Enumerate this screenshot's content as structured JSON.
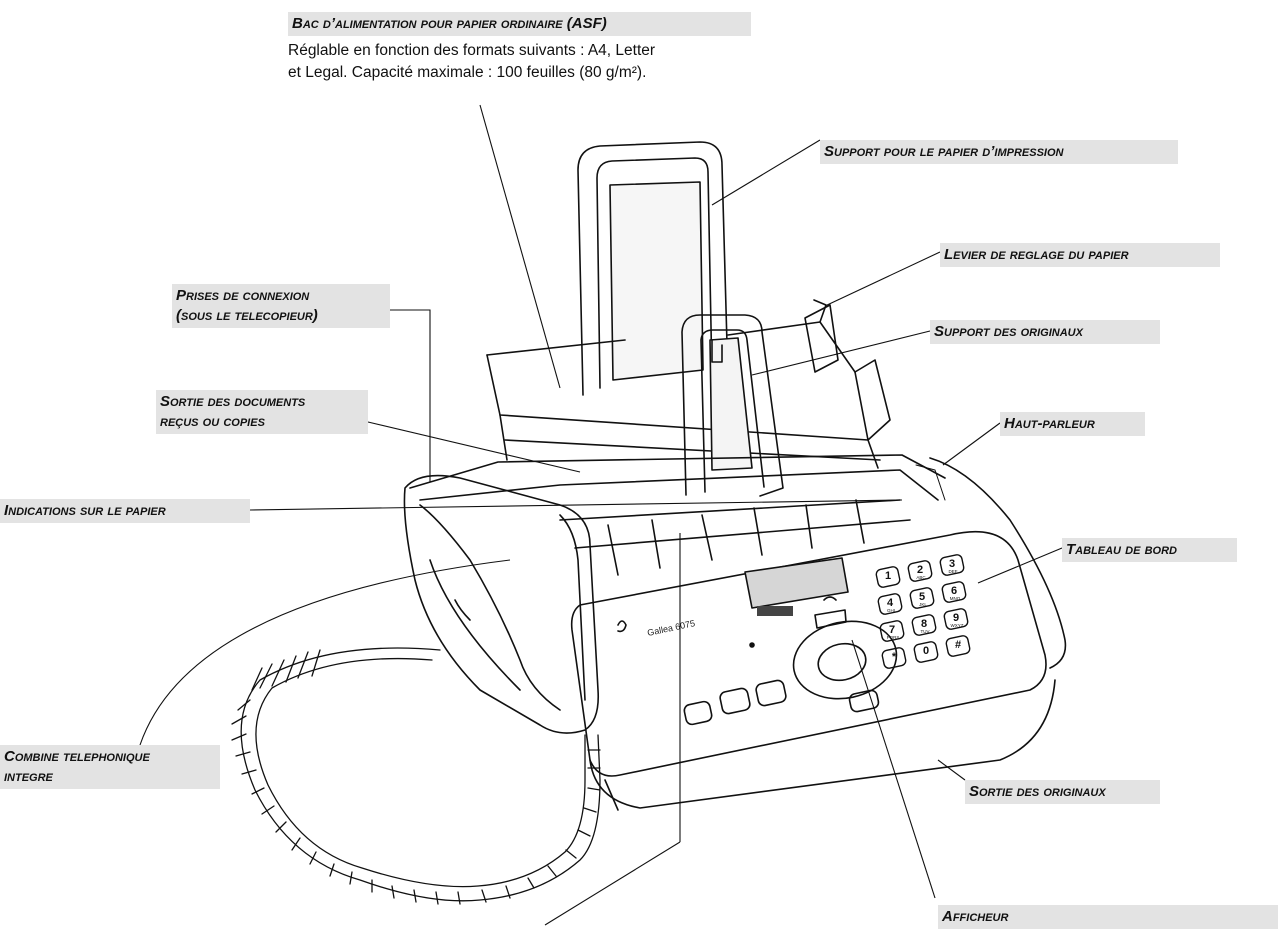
{
  "labels": {
    "bac_title": "Bac d’alimentation pour papier ordinaire (ASF)",
    "bac_desc_line1": "Réglable en fonction des formats suivants : A4, Letter",
    "bac_desc_line2": "et Legal. Capacité maximale : 100 feuilles (80 g/m²).",
    "support_impression": "Support pour le papier d’impression",
    "levier_reglage": "Levier de reglage du papier",
    "prises_line1": "Prises de connexion",
    "prises_line2": "(sous le telecopieur)",
    "support_originaux": "Support des originaux",
    "sortie_documents_line1": "Sortie des documents",
    "sortie_documents_line2": "reçus ou copies",
    "haut_parleur": "Haut-parleur",
    "indications_papier": "Indications sur le papier",
    "tableau_bord": "Tableau de bord",
    "combine_line1": "Combine telephonique",
    "combine_line2": "integre",
    "sortie_originaux": "Sortie des originaux",
    "afficheur": "Afficheur"
  },
  "device": {
    "model_text": "Gallea 6075",
    "keypad_keys": [
      {
        "digit": "1",
        "letters": ""
      },
      {
        "digit": "2",
        "letters": "ABC"
      },
      {
        "digit": "3",
        "letters": "DEF"
      },
      {
        "digit": "4",
        "letters": "GHI"
      },
      {
        "digit": "5",
        "letters": "JKL"
      },
      {
        "digit": "6",
        "letters": "MNO"
      },
      {
        "digit": "7",
        "letters": "PQRS"
      },
      {
        "digit": "8",
        "letters": "TUV"
      },
      {
        "digit": "9",
        "letters": "WXYZ"
      },
      {
        "digit": "*",
        "letters": ""
      },
      {
        "digit": "0",
        "letters": ""
      },
      {
        "digit": "#",
        "letters": ""
      }
    ]
  }
}
